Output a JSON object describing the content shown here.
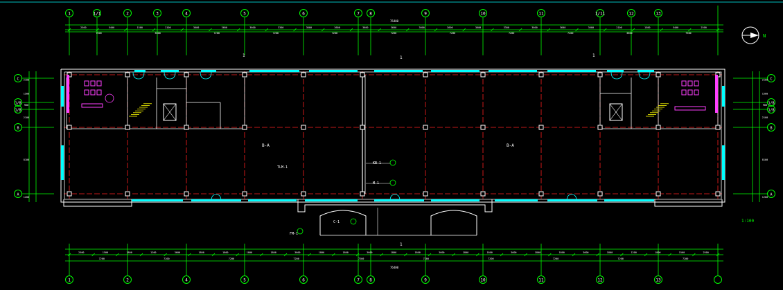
{
  "drawing": {
    "top_grid_labels": [
      "1",
      "1/1",
      "2",
      "3",
      "4",
      "5",
      "6",
      "7",
      "8",
      "9",
      "10",
      "11",
      "1/11",
      "12",
      "13"
    ],
    "bottom_grid_labels": [
      "1",
      "2",
      "4",
      "5",
      "6",
      "7",
      "8",
      "9",
      "10",
      "11",
      "12",
      "13"
    ],
    "left_grid_labels": [
      "C",
      "1/B",
      "1/B",
      "B",
      "A"
    ],
    "right_grid_labels": [
      "C",
      "1/B",
      "1/B",
      "B",
      "A"
    ],
    "top_dim_row1": [
      "2500",
      "5400",
      "1500",
      "2100",
      "3600",
      "3600",
      "3600",
      "3300",
      "3600",
      "3600",
      "3600",
      "3600",
      "3600",
      "3600",
      "3600",
      "3300",
      "3600",
      "3600",
      "3600",
      "2100",
      "1500",
      "5400",
      "2500"
    ],
    "top_dim_row2": [
      "7500",
      "3600",
      "7200",
      "7200",
      "7200",
      "7200",
      "7200",
      "7200",
      "7200",
      "3600",
      "7500"
    ],
    "top_total": "76400",
    "bottom_dim_row1": [
      "2500",
      "1500",
      "1800",
      "1200",
      "3600",
      "1800",
      "1800",
      "1800",
      "1800",
      "3600",
      "1800",
      "1800",
      "3600",
      "1800",
      "1800",
      "3600",
      "1800",
      "1800",
      "3600",
      "1800",
      "1800",
      "3600",
      "1800",
      "1200",
      "1800",
      "1500",
      "2500"
    ],
    "bottom_dim_row2": [
      "7200",
      "7200",
      "7200",
      "7200",
      "7200",
      "7200",
      "7200",
      "7200",
      "7200",
      "7200"
    ],
    "bottom_total": "76400",
    "left_dims": [
      "2100",
      "1500",
      "900",
      "2100",
      "8100",
      "1200"
    ],
    "right_dims": [
      "2100",
      "1500",
      "900",
      "2100",
      "8100",
      "1200"
    ],
    "room_left": "B-A",
    "room_right": "B-A",
    "notes": [
      "KB-1",
      "M-1",
      "C-1",
      "FM-1",
      "TLM-1"
    ],
    "title_note": "1:100",
    "north": "N",
    "tags": [
      "1",
      "1",
      "1",
      "1"
    ]
  },
  "colors": {
    "background": "#000000",
    "wall": "#ffffff",
    "axis": "#ff2020",
    "window": "#00ffff",
    "fixture": "#ff40ff",
    "dim": "#00ff00",
    "column": "#ffffff",
    "stair": "#ffff00"
  }
}
